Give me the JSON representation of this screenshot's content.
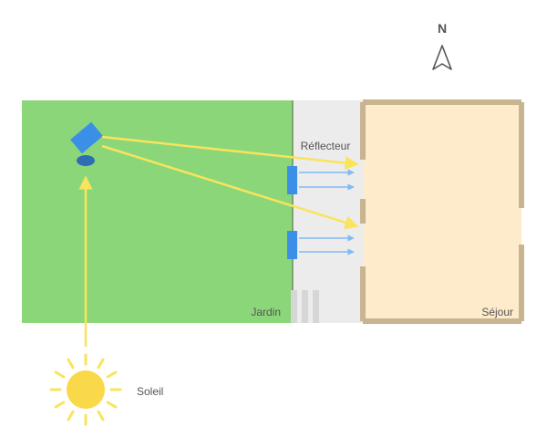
{
  "labels": {
    "north": "N",
    "reflector": "Réflecteur",
    "garden": "Jardin",
    "living_room": "Séjour",
    "sun": "Soleil"
  },
  "colors": {
    "garden": "#8cd67a",
    "garden_edge": "#6b8f5e",
    "path": "#ececec",
    "steps": "#d6d6d6",
    "room_floor": "#fdebcc",
    "room_wall": "#c8b48f",
    "sun_ray": "#f9e45b",
    "sun": "#f9d849",
    "panel": "#3b8fe6",
    "heliostat_base": "#2e6db3",
    "reflected_light": "#7fbaf5",
    "text": "#555555"
  },
  "icons": {
    "north_arrow": "north-arrow-icon",
    "sun": "sun-icon",
    "heliostat": "heliostat-icon"
  }
}
